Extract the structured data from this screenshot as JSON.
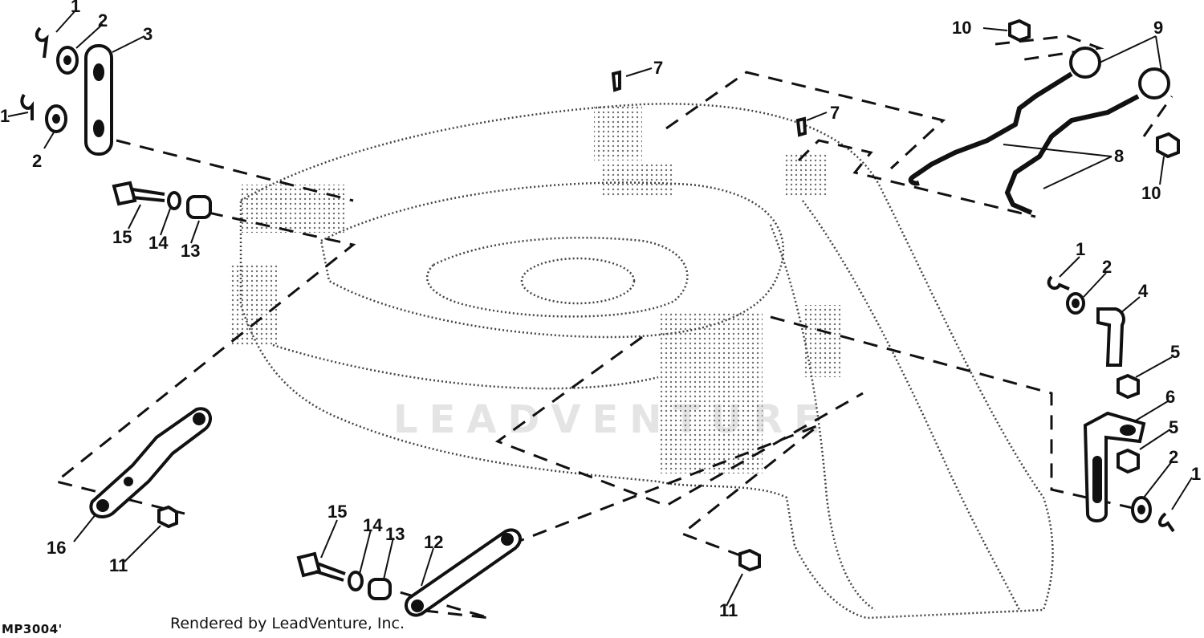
{
  "figure_code": "MP3004'",
  "render_credit": "Rendered by LeadVenture, Inc.",
  "watermark": "LEADVENTURE",
  "callouts": [
    "1",
    "2",
    "3",
    "1",
    "2",
    "7",
    "7",
    "10",
    "9",
    "8",
    "10",
    "15",
    "14",
    "13",
    "1",
    "2",
    "4",
    "5",
    "6",
    "5",
    "2",
    "1",
    "16",
    "11",
    "15",
    "14",
    "13",
    "12",
    "11"
  ],
  "colors": {
    "line": "#111111",
    "housing_dots": "#555555",
    "watermark": "#e4e4e4"
  }
}
